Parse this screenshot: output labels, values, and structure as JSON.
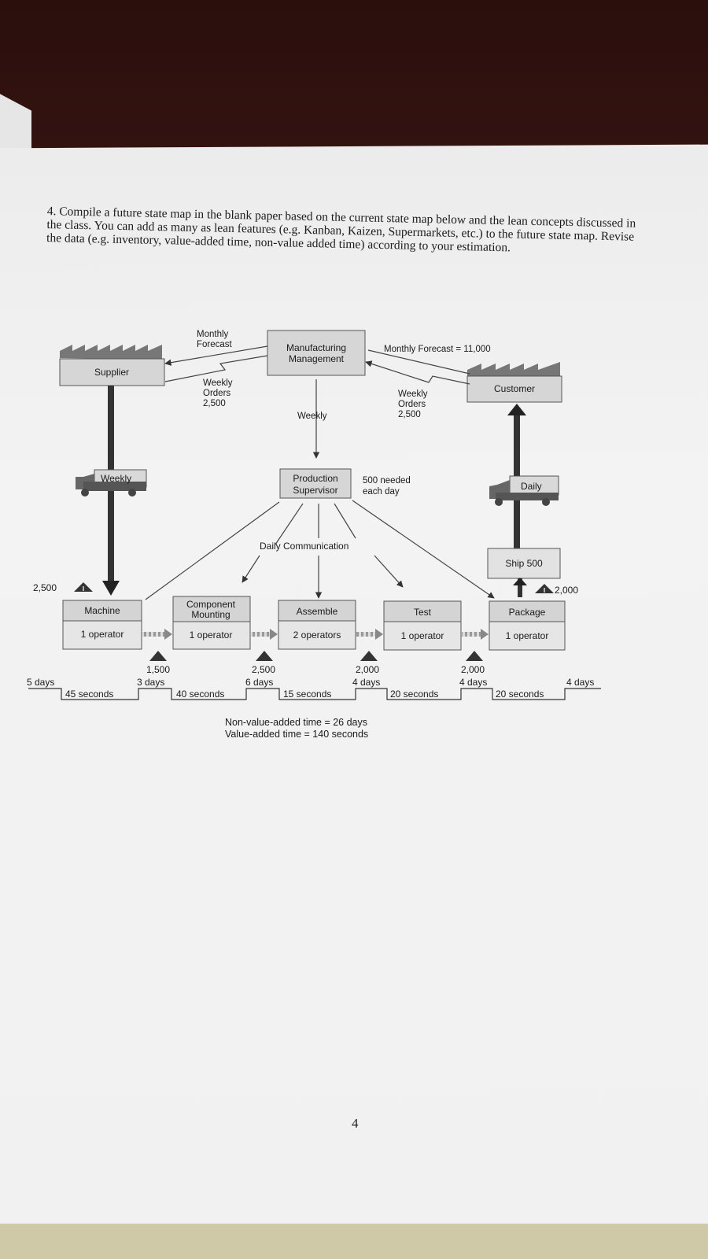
{
  "question": {
    "text": "4. Compile a future state map in the blank paper based on the current state map below and the lean concepts discussed in the class. You can add as many as lean features (e.g. Kanban, Kaizen, Supermarkets, etc.) to the future state map. Revise the data (e.g. inventory, value-added time, non-value added time) according to your estimation."
  },
  "map": {
    "supplier": "Supplier",
    "customer": "Customer",
    "management": [
      "Manufacturing",
      "Management"
    ],
    "monthly_forecast_left": [
      "Monthly",
      "Forecast"
    ],
    "monthly_forecast_right": "Monthly Forecast = 11,000",
    "weekly_orders_left": [
      "Weekly",
      "Orders",
      "2,500"
    ],
    "weekly_orders_right": [
      "Weekly",
      "Orders",
      "2,500"
    ],
    "weekly_down": "Weekly",
    "supervisor": [
      "Production",
      "Supervisor"
    ],
    "needed": [
      "500 needed",
      "each day"
    ],
    "daily_communication": "Daily Communication",
    "truck_in": "Weekly",
    "truck_out": "Daily",
    "ship": "Ship 500",
    "raw_inventory": "2,500",
    "finished_inventory": "2,000",
    "processes": [
      {
        "name": "Machine",
        "operators": "1 operator"
      },
      {
        "name": "Component Mounting",
        "operators": "1 operator"
      },
      {
        "name": "Assemble",
        "operators": "2 operators"
      },
      {
        "name": "Test",
        "operators": "1 operator"
      },
      {
        "name": "Package",
        "operators": "1 operator"
      }
    ],
    "wip_inventory": [
      "1,500",
      "2,500",
      "2,000",
      "2,000"
    ],
    "timeline_days": [
      "5 days",
      "3 days",
      "6 days",
      "4 days",
      "4 days",
      "4 days"
    ],
    "timeline_seconds": [
      "45 seconds",
      "40 seconds",
      "15 seconds",
      "20 seconds",
      "20 seconds"
    ],
    "summary": [
      "Non-value-added time = 26 days",
      "Value-added time = 140 seconds"
    ]
  },
  "page_number": "4"
}
